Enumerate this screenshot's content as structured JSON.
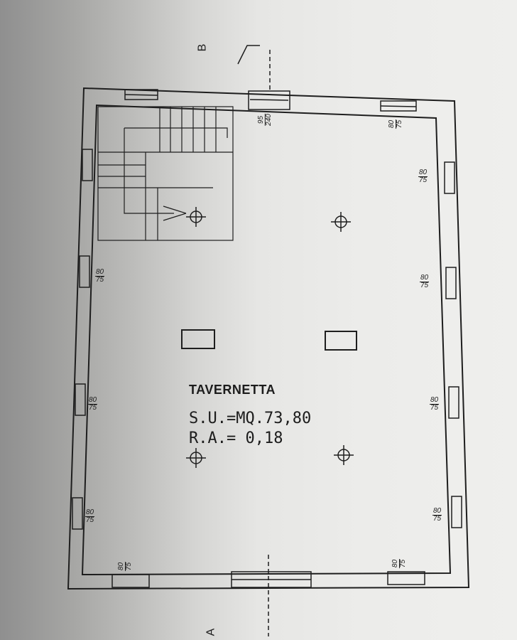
{
  "room": {
    "name": "TAVERNETTA",
    "surface": "S.U.=MQ.73,80",
    "ratio": "R.A.= 0,18"
  },
  "section_markers": {
    "b": "B",
    "a": "A"
  },
  "openings": [
    {
      "id": "top-window",
      "w": "95",
      "h": "240"
    },
    {
      "id": "top-right-window",
      "w": "80",
      "h": "75"
    },
    {
      "id": "right-window-1",
      "w": "80",
      "h": "75"
    },
    {
      "id": "right-window-2",
      "w": "80",
      "h": "75"
    },
    {
      "id": "right-window-3",
      "w": "80",
      "h": "75"
    },
    {
      "id": "right-window-4",
      "w": "80",
      "h": "75"
    },
    {
      "id": "left-window-1",
      "w": "80",
      "h": "75"
    },
    {
      "id": "left-window-2",
      "w": "80",
      "h": "75"
    },
    {
      "id": "left-window-3",
      "w": "80",
      "h": "75"
    },
    {
      "id": "bottom-left-window",
      "w": "80",
      "h": "75"
    },
    {
      "id": "bottom-right-window",
      "w": "80",
      "h": "75"
    }
  ]
}
